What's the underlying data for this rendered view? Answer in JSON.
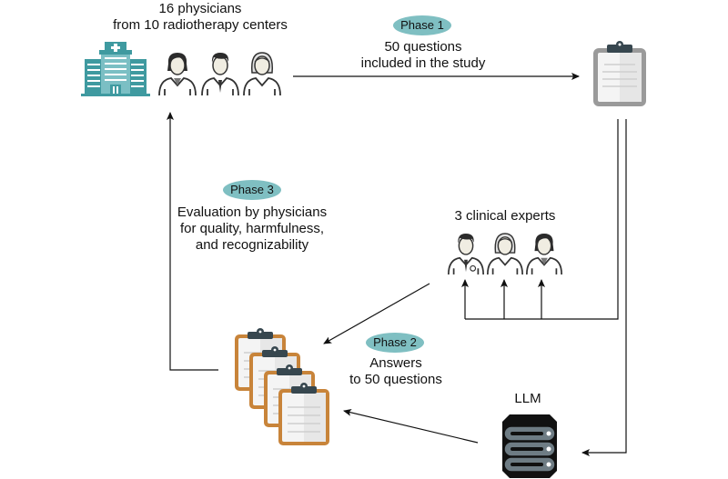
{
  "nodes": {
    "physicians": {
      "title": "16 physicians",
      "subtitle": "from 10 radiotherapy centers"
    },
    "experts": {
      "title": "3 clinical experts"
    },
    "llm": {
      "title": "LLM"
    }
  },
  "phases": {
    "phase1": {
      "badge": "Phase 1",
      "line1": "50 questions",
      "line2": "included in the study"
    },
    "phase2": {
      "badge": "Phase 2",
      "line1": "Answers",
      "line2": "to 50 questions"
    },
    "phase3": {
      "badge": "Phase 3",
      "line1": "Evaluation by physicians",
      "line2": "for quality, harmfulness,",
      "line3": "and recognizability"
    }
  },
  "icons": {
    "hospital": "hospital-icon",
    "physician": "physician-icon",
    "clipboard": "clipboard-icon",
    "server": "server-icon"
  },
  "colors": {
    "phase_badge": "#7fbfc2",
    "hospital": "#3f9aa0",
    "clipboard_orange": "#c8843a",
    "clipboard_gray": "#9a9a9a",
    "clip_dark": "#37474f",
    "server_body": "#6e7c84"
  }
}
